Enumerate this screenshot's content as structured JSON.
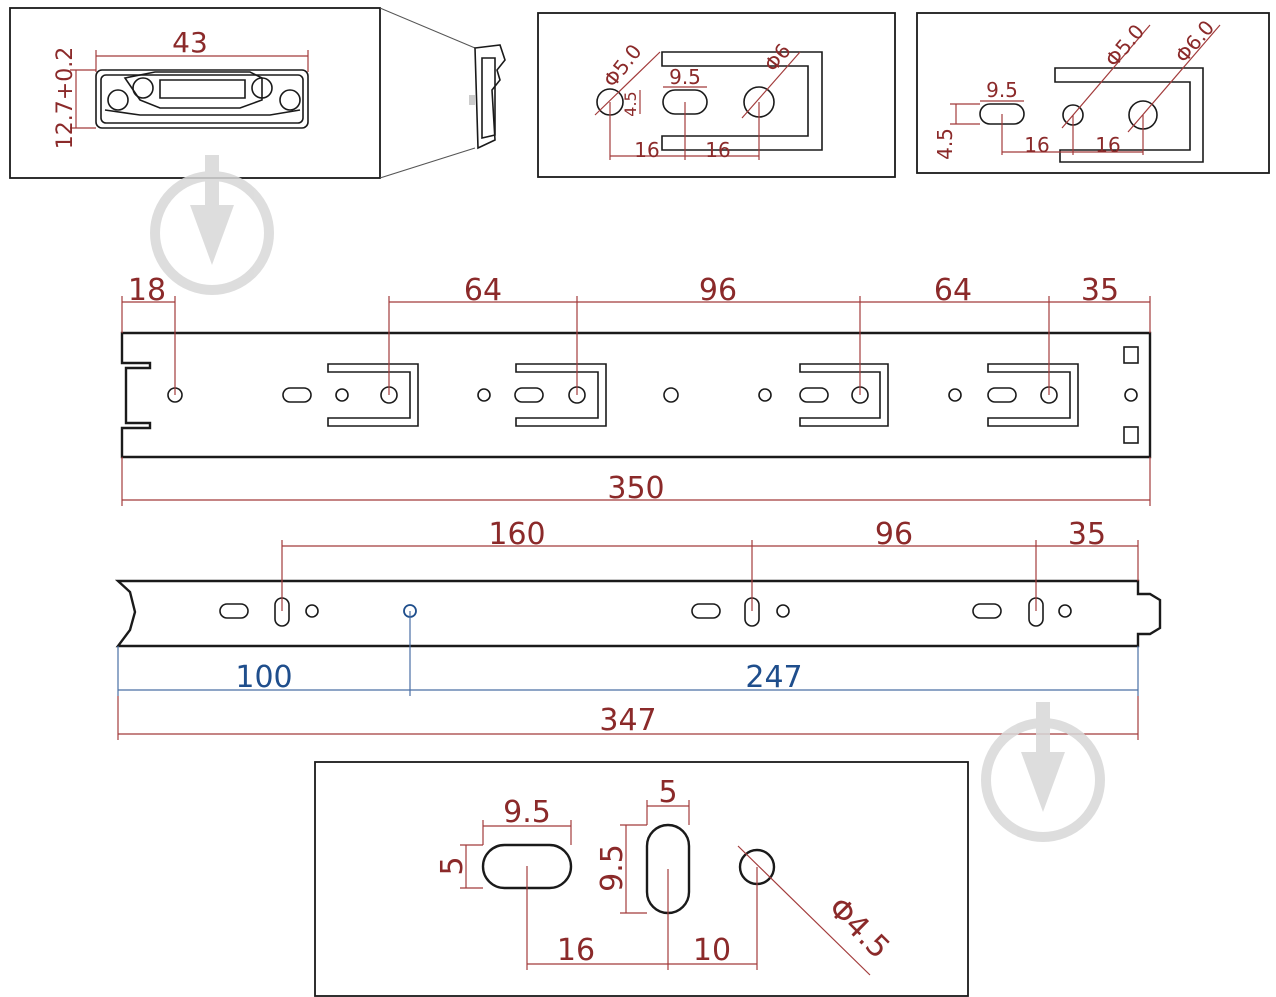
{
  "panels": {
    "profile": {
      "width_label": "43",
      "height_label": "12.7+0.2"
    },
    "hole_a": {
      "d1": "Φ5.0",
      "d2": "Φ6",
      "slot": "9.5",
      "h": "4.5",
      "s1": "16",
      "s2": "16"
    },
    "hole_b": {
      "d1": "Φ5.0",
      "d2": "Φ6.0",
      "slot": "9.5",
      "h": "4.5",
      "s1": "16",
      "s2": "16"
    },
    "hole_c": {
      "slot_w": "9.5",
      "slot_h": "5",
      "vslot_w": "5",
      "vslot_h": "9.5",
      "s1": "16",
      "s2": "10",
      "d": "Φ4.5"
    }
  },
  "rail_top": {
    "dims": [
      "18",
      "64",
      "96",
      "64",
      "35"
    ],
    "total": "350"
  },
  "rail_bottom": {
    "dims": [
      "160",
      "96",
      "35"
    ],
    "blue_left": "100",
    "blue_right": "247",
    "total": "347"
  },
  "colors": {
    "dimension": "#8b2a2a",
    "blue": "#1f4e8c",
    "outline": "#1a1a1a",
    "watermark": "#d8d8d8"
  }
}
